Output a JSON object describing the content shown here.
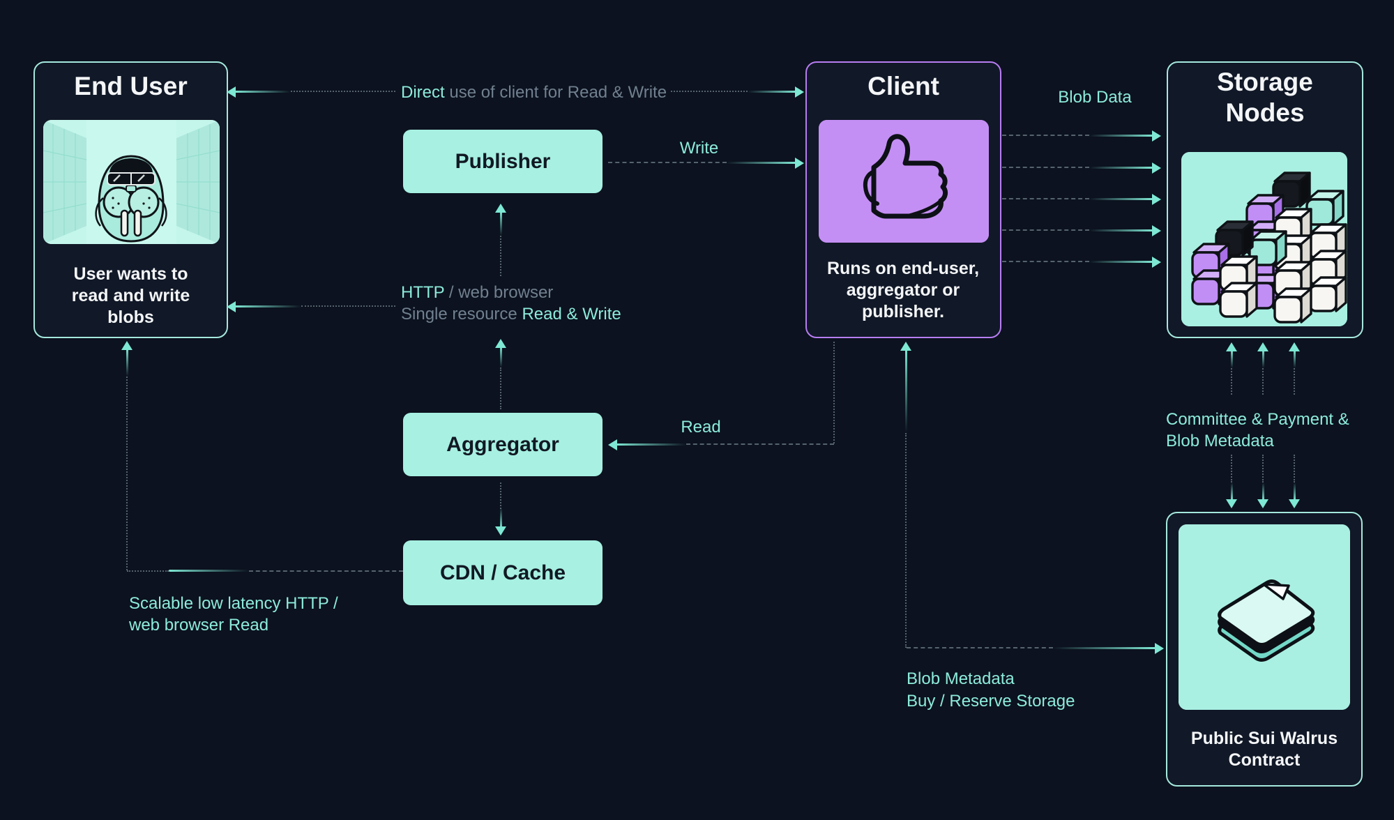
{
  "colors": {
    "background": "#0c121f",
    "node_fill": "#111827",
    "teal_border": "#a5e9de",
    "mint_fill": "#a7f0e2",
    "teal_accent": "#7ee8d4",
    "teal_text": "#8debdb",
    "gray_text": "#71808f",
    "purple_border": "#b77df2",
    "purple_panel": "#c48ff4",
    "white_text": "#f3f5f7"
  },
  "nodes": {
    "end_user": {
      "title": "End User",
      "caption": "User wants to read and write blobs"
    },
    "publisher": {
      "label": "Publisher"
    },
    "aggregator": {
      "label": "Aggregator"
    },
    "cdn": {
      "label": "CDN / Cache"
    },
    "client": {
      "title": "Client",
      "caption": "Runs on end-user, aggregator or publisher."
    },
    "storage_nodes": {
      "title": "Storage Nodes"
    },
    "contract": {
      "caption": "Public Sui Walrus Contract"
    }
  },
  "labels": {
    "direct_teal": "Direct",
    "direct_gray": " use of client for Read & Write",
    "write": "Write",
    "read": "Read",
    "blob_data": "Blob Data",
    "http_teal": "HTTP",
    "http_gray": " / web browser",
    "single_gray": "Single resource ",
    "single_teal": "Read & Write",
    "committee_l1": "Committee & Payment &",
    "committee_l2": "Blob Metadata",
    "blob_meta": "Blob Metadata",
    "buy_reserve": "Buy / Reserve Storage",
    "scalable_l1": "Scalable low latency HTTP /",
    "scalable_l2": "web browser Read"
  }
}
